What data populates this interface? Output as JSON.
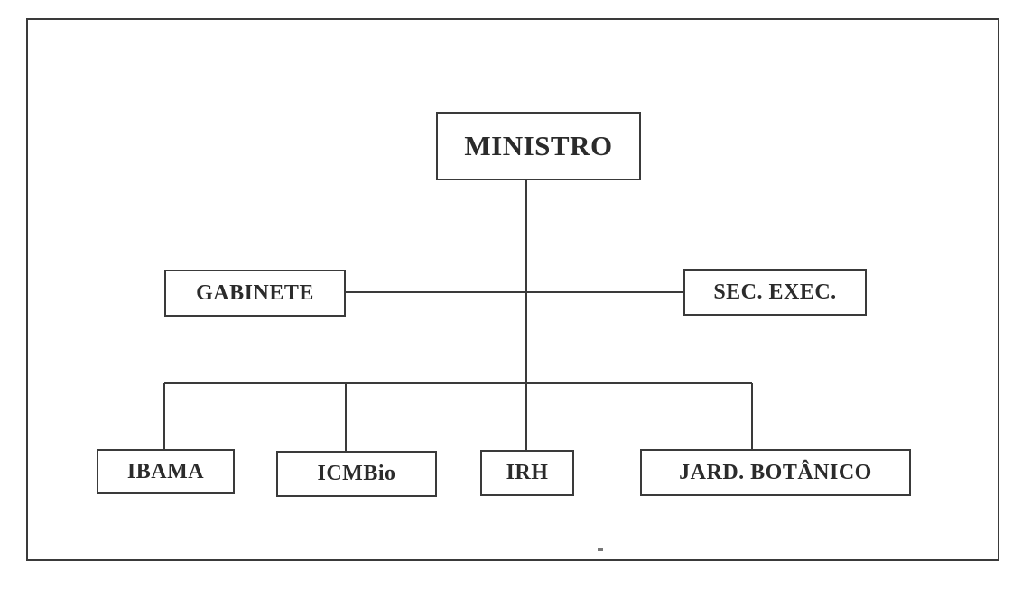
{
  "diagram": {
    "root": {
      "label": "MINISTRO"
    },
    "staff": [
      {
        "id": "gabinete",
        "label": "GABINETE"
      },
      {
        "id": "sec-exec",
        "label": "SEC. EXEC."
      }
    ],
    "units": [
      {
        "id": "ibama",
        "label": "IBAMA"
      },
      {
        "id": "icmbio",
        "label": "ICMBio"
      },
      {
        "id": "irh",
        "label": "IRH"
      },
      {
        "id": "jard-botanico",
        "label": "JARD. BOTÂNICO"
      }
    ]
  },
  "colors": {
    "line": "#3a3a3a",
    "text": "#2b2b2b",
    "background": "#ffffff"
  }
}
